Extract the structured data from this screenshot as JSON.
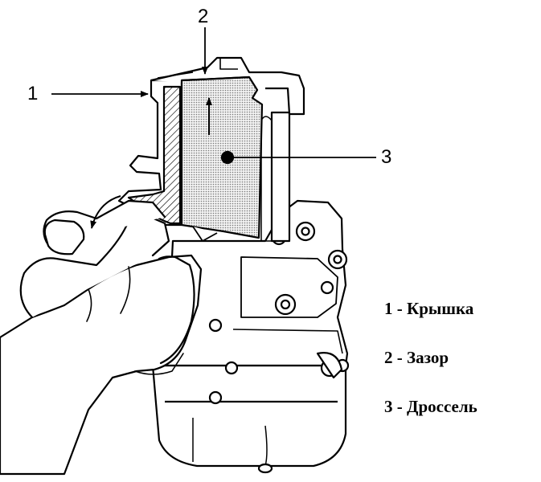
{
  "callouts": {
    "c1": "1",
    "c2": "2",
    "c3": "3"
  },
  "legend": [
    {
      "text": "1 - Крышка"
    },
    {
      "text": "2 - Зазор"
    },
    {
      "text": "3 - Дроссель"
    }
  ],
  "colors": {
    "ink": "#000000",
    "paper": "#ffffff",
    "dot_fill": "#d9d9d9"
  }
}
